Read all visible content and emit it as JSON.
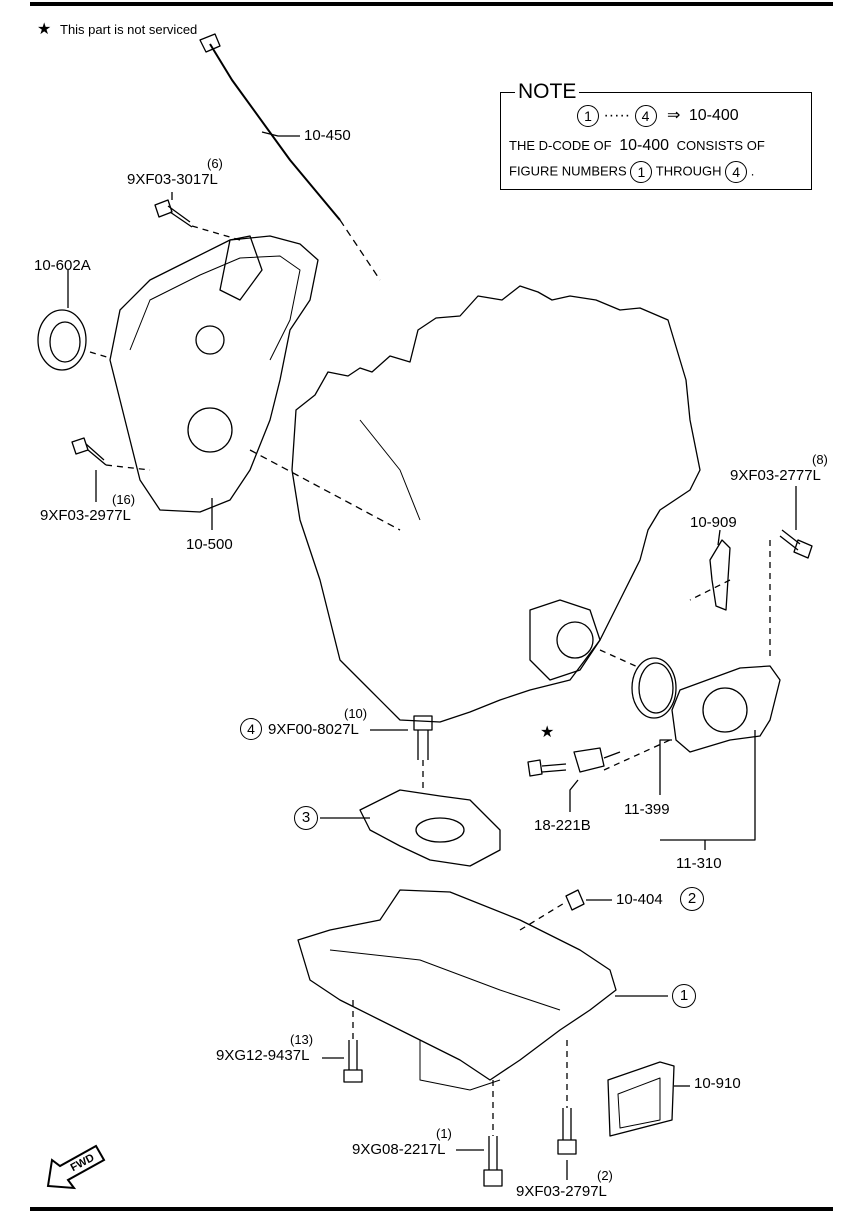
{
  "header": {
    "not_serviced_note": "This part is not serviced"
  },
  "note": {
    "title": "NOTE",
    "range_start": "1",
    "range_end": "4",
    "arrow": "⇒",
    "range_target": "10-400",
    "line2_a": "THE D-CODE OF",
    "line2_b": "10-400",
    "line2_c": "CONSISTS OF",
    "line3_a": "FIGURE NUMBERS",
    "line3_b": "1",
    "line3_c": "THROUGH",
    "line3_d": "4",
    "line3_e": "."
  },
  "parts": {
    "dipstick": "10-450",
    "bolt_front_top": "9XF03-3017L",
    "bolt_front_top_qty": "(6)",
    "front_oil_seal": "10-602A",
    "bolt_front_bottom": "9XF03-2977L",
    "bolt_front_bottom_qty": "(16)",
    "front_cover": "10-500",
    "bolt_rear": "9XF03-2777L",
    "bolt_rear_qty": "(8)",
    "bracket_rear": "10-909",
    "baffle_bolt": "9XF00-8027L",
    "baffle_bolt_qty": "(10)",
    "baffle_bolt_fig": "4",
    "baffle_plate_fig": "3",
    "sensor": "18-221B",
    "rear_seal": "11-399",
    "rear_housing": "11-310",
    "drain_plug": "10-404",
    "drain_plug_fig": "2",
    "oil_pan_fig": "1",
    "bolt_pan_left": "9XG12-9437L",
    "bolt_pan_left_qty": "(13)",
    "bracket_pan": "10-910",
    "bolt_pan_bottom": "9XG08-2217L",
    "bolt_pan_bottom_qty": "(1)",
    "bolt_pan_right": "9XF03-2797L",
    "bolt_pan_right_qty": "(2)"
  },
  "fwd_label": "FWD",
  "star_icon": "★"
}
